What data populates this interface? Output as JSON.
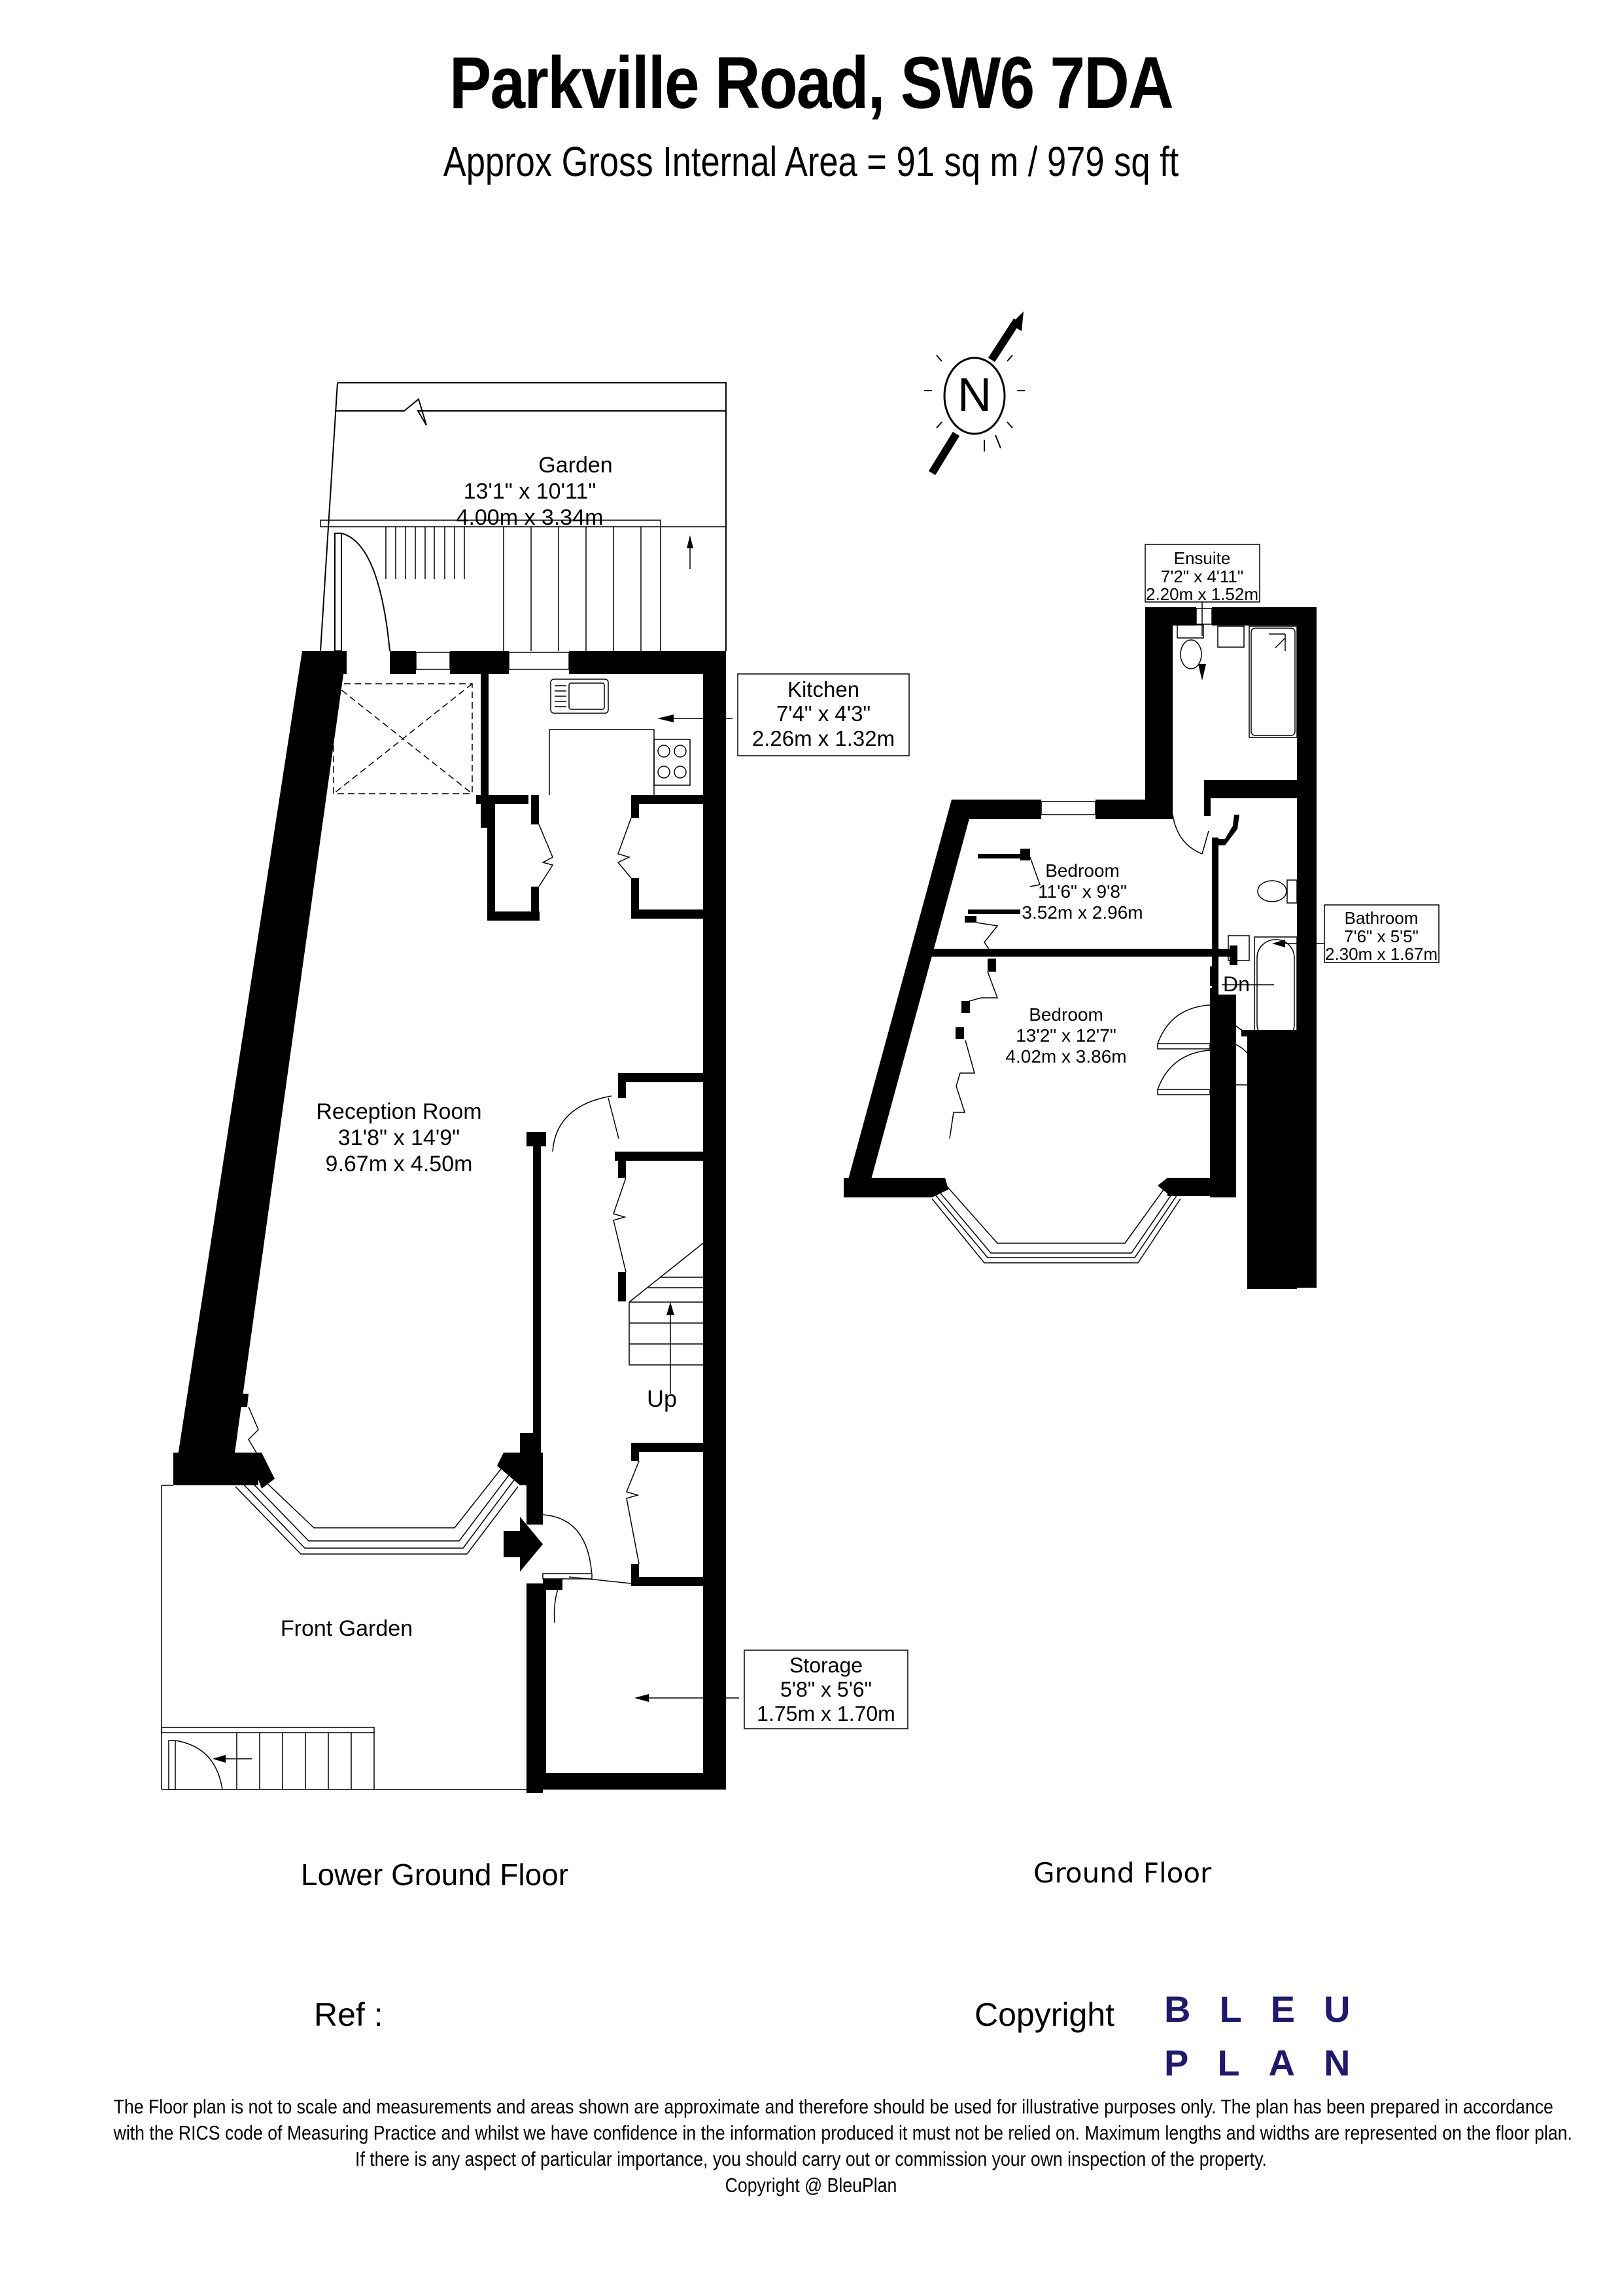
{
  "header": {
    "title": "Parkville Road, SW6 7DA",
    "subtitle": "Approx Gross Internal Area = 91 sq m / 979 sq ft"
  },
  "compass": {
    "letter": "N",
    "icon": "north-arrow-icon"
  },
  "floors": [
    {
      "name": "Lower Ground Floor",
      "rooms": [
        {
          "name": "Garden",
          "imperial": "13'1\" x 10'11\"",
          "metric": "4.00m x 3.34m"
        },
        {
          "name": "Kitchen",
          "imperial": "7'4\" x 4'3\"",
          "metric": "2.26m x 1.32m"
        },
        {
          "name": "Reception Room",
          "imperial": "31'8\" x 14'9\"",
          "metric": "9.67m x 4.50m"
        },
        {
          "name": "Front Garden"
        },
        {
          "name": "Storage",
          "imperial": "5'8\" x 5'6\"",
          "metric": "1.75m x 1.70m"
        }
      ],
      "stairs_label": "Up"
    },
    {
      "name": "Ground Floor",
      "rooms": [
        {
          "name": "Ensuite",
          "imperial": "7'2\" x 4'11\"",
          "metric": "2.20m x 1.52m"
        },
        {
          "name": "Bathroom",
          "imperial": "7'6\" x 5'5\"",
          "metric": "2.30m x 1.67m"
        },
        {
          "name": "Bedroom",
          "imperial": "11'6\" x 9'8\"",
          "metric": "3.52m x 2.96m"
        },
        {
          "name": "Bedroom",
          "imperial": "13'2\" x 12'7\"",
          "metric": "4.02m x 3.86m"
        }
      ],
      "stairs_label": "Dn"
    }
  ],
  "footer": {
    "ref_label": "Ref  :",
    "copyright_label": "Copyright",
    "logo_line1": "BLEU",
    "logo_line2": "PLAN",
    "logo_color": "#1f1a6e",
    "disclaimer": [
      "The Floor plan is not to scale and measurements and areas shown are approximate and therefore should be used for illustrative purposes only. The plan has been prepared in accordance",
      "with the RICS code of Measuring Practice and whilst we have confidence in the information produced it must not be relied on. Maximum lengths and widths are represented on the floor plan.",
      "If there is any aspect of particular importance, you should carry out or commission your own inspection of the property.",
      "Copyright @ BleuPlan"
    ]
  }
}
